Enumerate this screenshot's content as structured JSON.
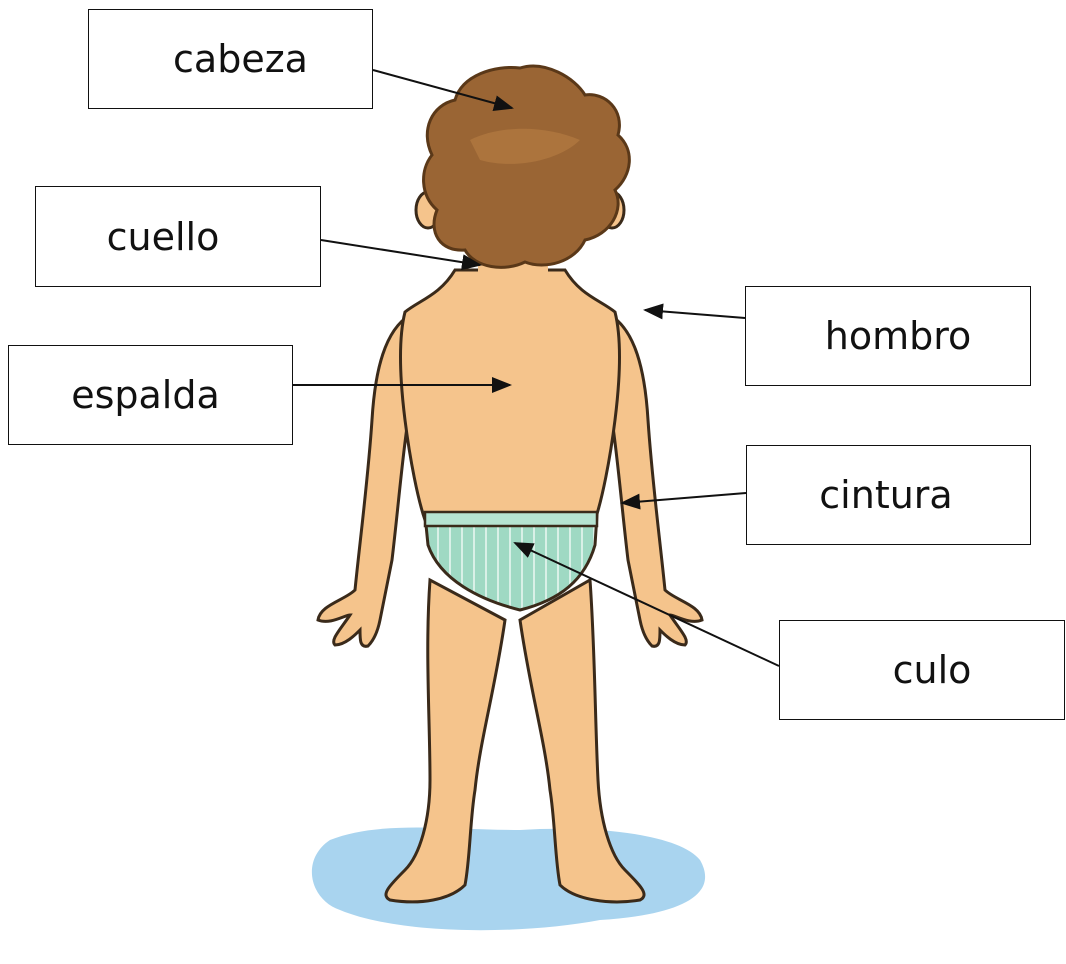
{
  "labels": {
    "cabeza": "cabeza",
    "cuello": "cuello",
    "espalda": "espalda",
    "hombro": "hombro",
    "cintura": "cintura",
    "culo": "culo"
  },
  "colors": {
    "skin": "#f5c48c",
    "outline": "#3a2a1a",
    "hair": "#9a6534",
    "underwear": "#9fd9c3",
    "puddle": "#a9d4ef"
  }
}
